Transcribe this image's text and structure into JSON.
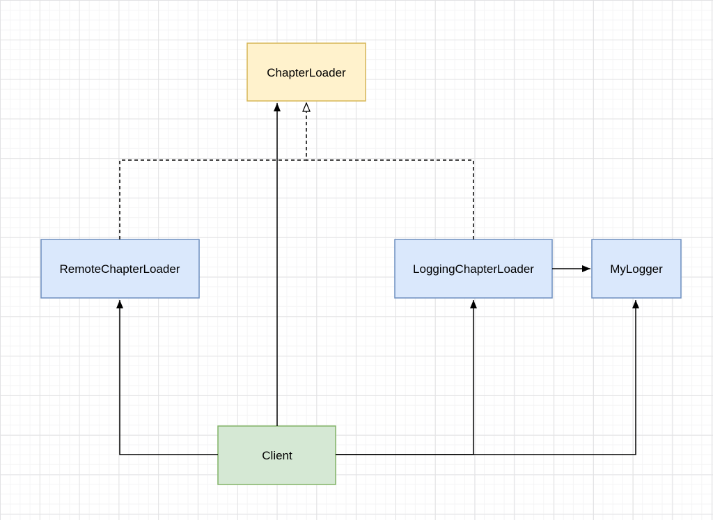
{
  "diagram": {
    "kind": "uml-class-diagram",
    "nodes": {
      "chapter_loader": {
        "label": "ChapterLoader",
        "fill": "#fff2cc",
        "stroke": "#d6b656"
      },
      "remote_chapter_loader": {
        "label": "RemoteChapterLoader",
        "fill": "#dae8fc",
        "stroke": "#6c8ebf"
      },
      "logging_chapter_loader": {
        "label": "LoggingChapterLoader",
        "fill": "#dae8fc",
        "stroke": "#6c8ebf"
      },
      "my_logger": {
        "label": "MyLogger",
        "fill": "#dae8fc",
        "stroke": "#6c8ebf"
      },
      "client": {
        "label": "Client",
        "fill": "#d5e8d4",
        "stroke": "#82b366"
      }
    },
    "edges": [
      {
        "from": "Client",
        "to": "ChapterLoader",
        "line": "solid",
        "arrow": "filled"
      },
      {
        "from": "RemoteChapterLoader",
        "to": "ChapterLoader",
        "line": "dashed",
        "arrow": "hollow-triangle"
      },
      {
        "from": "LoggingChapterLoader",
        "to": "ChapterLoader",
        "line": "dashed",
        "arrow": "hollow-triangle"
      },
      {
        "from": "LoggingChapterLoader",
        "to": "MyLogger",
        "line": "solid",
        "arrow": "filled"
      },
      {
        "from": "Client",
        "to": "RemoteChapterLoader",
        "line": "solid",
        "arrow": "filled"
      },
      {
        "from": "Client",
        "to": "LoggingChapterLoader",
        "line": "solid",
        "arrow": "filled"
      },
      {
        "from": "Client",
        "to": "MyLogger",
        "line": "solid",
        "arrow": "filled"
      }
    ],
    "canvas": {
      "grid_minor_color": "#f4f4f5",
      "grid_major_color": "#e2e2e4",
      "background_color": "#ffffff",
      "edge_color": "#000000"
    }
  }
}
